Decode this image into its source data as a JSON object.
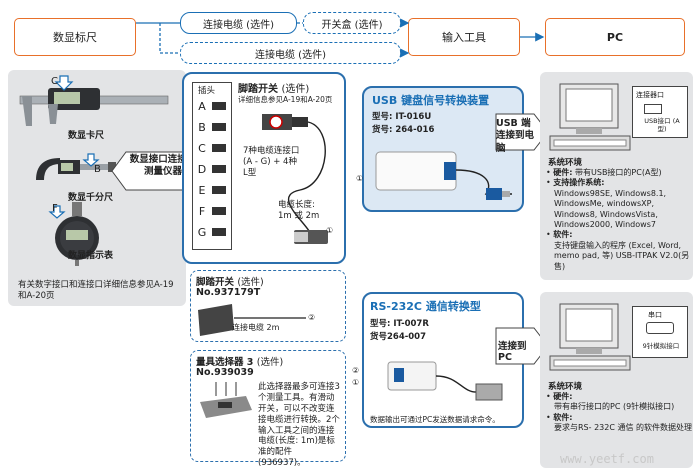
{
  "top_row": {
    "display_ruler": "数显标尺",
    "cable_optional_1": "连接电缆 (选件)",
    "switch_box_optional": "开关盒 (选件)",
    "cable_optional_2": "连接电缆 (选件)",
    "input_tool": "输入工具",
    "pc": "PC"
  },
  "left_panel": {
    "caliper_label": "数显卡尺",
    "micrometer_label": "数显千分尺",
    "indicator_label": "数显指示表",
    "marker_c": "C",
    "marker_b": "B",
    "marker_f": "F",
    "callout": "数显接口连接到测量仪器",
    "note": "有关数字接口和连接口详细信息参见A-19和A-20页"
  },
  "foot_switch_panel": {
    "title": "脚踏开关",
    "title_suffix": "(选件)",
    "subtitle": "详细信息参见A-19和A-20页",
    "plug_header": "插头",
    "plugs": [
      "A",
      "B",
      "C",
      "D",
      "E",
      "F",
      "G"
    ],
    "types_text": "7种电缆连接口 (A - G) + 4种L型",
    "length_text": "电缆长度: 1m 或 2m",
    "marker_1": "①"
  },
  "usb_panel": {
    "title": "USB 键盘信号转换装置",
    "model": "型号: IT-016U",
    "part": "货号: 264-016",
    "marker_1": "①",
    "connect_callout": "USB 端连接到电脑",
    "pc_port_label_1": "连接器口",
    "pc_port_label_2": "USB接口 (A型)",
    "env_title": "系统环境",
    "env_items": [
      {
        "head": "硬件:",
        "body": "带有USB接口的PC(A型)"
      },
      {
        "head": "支持操作系统:",
        "body": "Windows98SE, Windows8.1, WindowsMe, windowsXP, Windows8, WindowsVista, Windows2000, Windows7"
      },
      {
        "head": "软件:",
        "body": "支持键盘输入的程序 (Excel, Word, memo pad, 等) USB-ITPAK V2.0(另售)"
      }
    ]
  },
  "foot_switch2": {
    "title": "脚踏开关",
    "title_suffix": "(选件)",
    "number": "No.937179T",
    "cable_text": "连接电缆 2m",
    "marker_2": "②"
  },
  "selector": {
    "title": "量具选择器 3",
    "title_suffix": "(选件)",
    "number": "No.939039",
    "desc": "此选择器最多可连接3个测量工具。有滑动开关，可以不改变连接电缆进行转换。2个输入工具之间的连接电缆(长度: 1m)是标准的配件 (936937)。"
  },
  "rs232_panel": {
    "title": "RS-232C 通信转换型",
    "model": "型号: IT-007R",
    "part": "货号264-007",
    "marker_2": "②",
    "marker_1": "①",
    "bottom_text": "数据输出可通过PC发送数据请求命令。",
    "connect_callout": "连接到 PC",
    "pc_port_label_1": "串口",
    "pc_port_label_2": "9针模拟接口",
    "env_title": "系统环境",
    "env_items": [
      {
        "head": "硬件:",
        "body": "带有串行接口的PC (9针模拟接口)"
      },
      {
        "head": "软件:",
        "body": "要求与RS- 232C 通信 的软件数据处理"
      }
    ]
  },
  "watermark": "www.yeetf.com"
}
